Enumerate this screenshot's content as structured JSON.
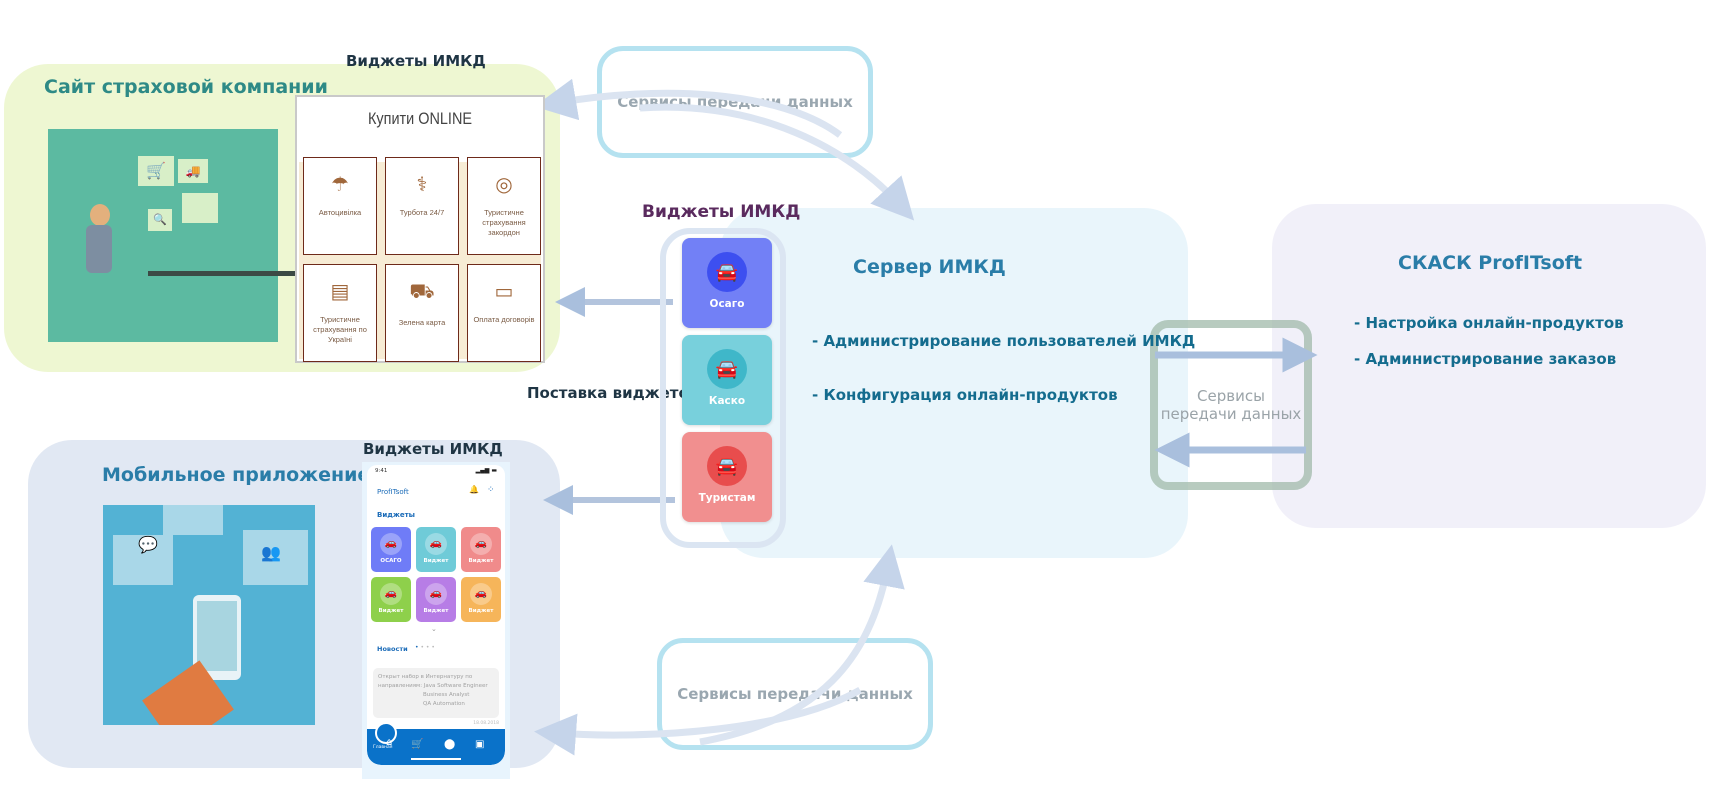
{
  "site_panel": {
    "title": "Сайт страховой компании",
    "widgets_label": "Виджеты ИМКД",
    "buy_widget": {
      "title": "Купити ONLINE",
      "tiles": [
        {
          "label": "Автоцивілка",
          "icon": "umbrella-car-icon"
        },
        {
          "label": "Турбота 24/7",
          "icon": "doctor-icon"
        },
        {
          "label": "Туристичне страхування закордон",
          "icon": "globe-icon"
        },
        {
          "label": "Туристичне страхування по Україні",
          "icon": "suitcase-icon"
        },
        {
          "label": "Зелена карта",
          "icon": "car-shield-icon"
        },
        {
          "label": "Оплата договорів",
          "icon": "wallet-icon"
        }
      ]
    }
  },
  "mobile_panel": {
    "title": "Мобильное приложение",
    "widgets_label": "Виджеты ИМКД",
    "phone": {
      "time": "9:41",
      "brand": "ProfITsoft",
      "section_title": "Виджеты",
      "widgets": [
        {
          "label": "ОСАГО",
          "color": "#6f7cf7"
        },
        {
          "label": "Виджет",
          "color": "#6fcbd8"
        },
        {
          "label": "Виджет",
          "color": "#f08b8b"
        },
        {
          "label": "Виджет",
          "color": "#8ed04b"
        },
        {
          "label": "Виджет",
          "color": "#b77de6"
        },
        {
          "label": "Виджет",
          "color": "#f6b55a"
        }
      ],
      "news_title": "Новости",
      "news_text_1": "Открыт набор в Интернатуру по",
      "news_text_2": "направлениям: Java Software Engineer",
      "news_text_3": "Business Analyst",
      "news_text_4": "QA Automation",
      "news_date": "18.08.2018",
      "nav": {
        "home_label": "Главная"
      }
    }
  },
  "middle": {
    "widgets_label": "Виджеты ИМКД",
    "delivery_label": "Поставка виджетов",
    "widgets": [
      {
        "label": "Осаго",
        "color": "#7280f6",
        "circle": "#3d4ff0"
      },
      {
        "label": "Каско",
        "color": "#78d0dc",
        "circle": "#3fb7c9"
      },
      {
        "label": "Туристам",
        "color": "#f18f8f",
        "circle": "#e84d4d"
      }
    ]
  },
  "services": {
    "top": "Сервисы передачи данных",
    "bottom": "Сервисы передачи данных",
    "right_line1": "Сервисы",
    "right_line2": "передачи данных"
  },
  "server": {
    "title": "Сервер ИМКД",
    "items": [
      "- Администрирование пользователей ИМКД",
      "- Конфигурация онлайн-продуктов"
    ]
  },
  "skask": {
    "title": "СКАСК ProfITsoft",
    "items": [
      "- Настройка онлайн-продуктов",
      "- Администрирование заказов"
    ]
  }
}
